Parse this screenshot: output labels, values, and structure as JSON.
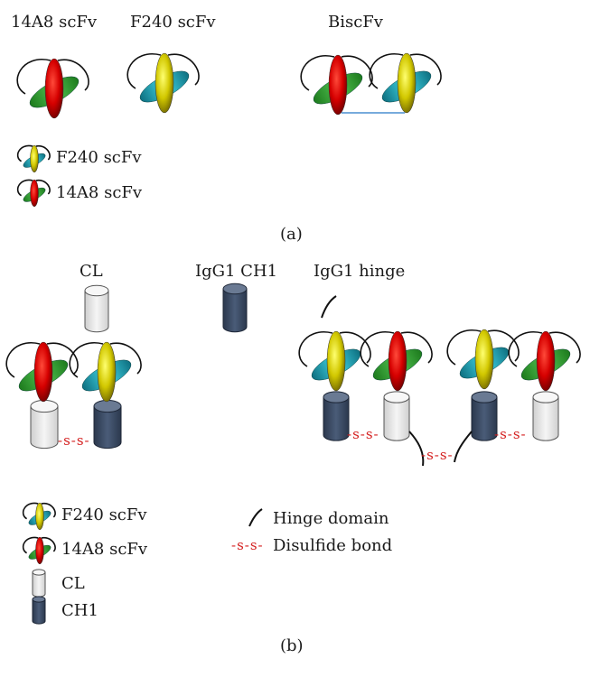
{
  "panel_a": {
    "label_14a8": "14A8 scFv",
    "label_f240": "F240 scFv",
    "label_biscfv": "BiscFv",
    "legend": [
      {
        "label": "F240 scFv"
      },
      {
        "label": "14A8 scFv"
      }
    ],
    "caption": "(a)"
  },
  "panel_b": {
    "label_cl": "CL",
    "label_ch1": "IgG1 CH1",
    "label_hinge": "IgG1 hinge",
    "disulfide": "-s-s-",
    "legend": [
      {
        "label": "F240 scFv"
      },
      {
        "label": "14A8 scFv"
      },
      {
        "label": "CL"
      },
      {
        "label": "CH1"
      }
    ],
    "legend_right": [
      {
        "label": "Hinge domain"
      },
      {
        "label": "Disulfide bond"
      }
    ],
    "caption": "(b)"
  },
  "colors": {
    "red_domain": "#d60000",
    "yellow_domain": "#c9c000",
    "green_domain": "#2f9a2f",
    "cyan_domain": "#1a9fb0",
    "cl_domain": "#e8e8e8",
    "ch1_domain": "#3d4d66",
    "disulfide": "#d42020",
    "linker": "#4a8fd0"
  }
}
